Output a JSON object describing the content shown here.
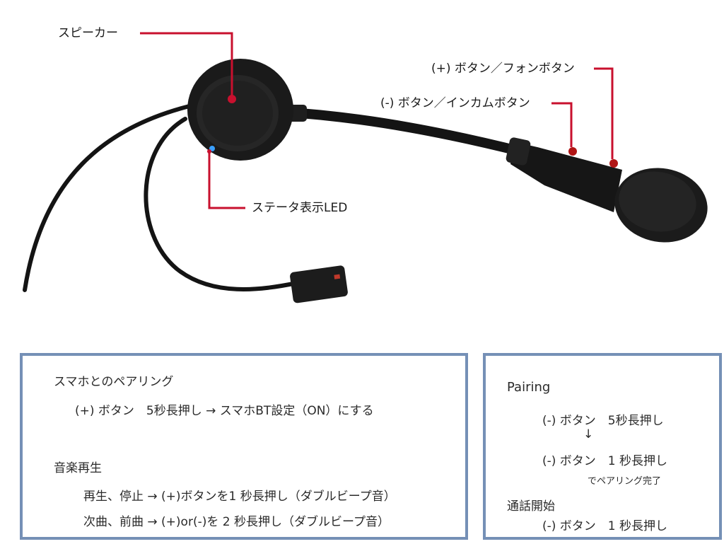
{
  "callouts": {
    "speaker": "スピーカー",
    "plus_button": "(+) ボタン／フォンボタン",
    "minus_button": "(-) ボタン／インカムボタン",
    "status_led": "ステータ表示LED"
  },
  "colors": {
    "leader": "#c8102e",
    "box_border": "#7590b6",
    "device": "#141414",
    "led": "#3aa0ff"
  },
  "jp_box": {
    "heading1": "スマホとのペアリング",
    "line1": "(+) ボタン　5秒長押し → スマホBT設定（ON）にする",
    "heading2": "音楽再生",
    "line2": "再生、停止 → (+)ボタンを1 秒長押し（ダブルビープ音）",
    "line3": "次曲、前曲 → (+)or(-)を 2 秒長押し（ダブルビープ音）"
  },
  "pair_box": {
    "title": "Pairing",
    "step1": "(-) ボタン　5秒長押し",
    "arrow": "↓",
    "step2": "(-) ボタン　1 秒長押し",
    "step2_note": "でペアリング完了",
    "heading2": "通話開始",
    "step3": "(-) ボタン　1 秒長押し"
  }
}
